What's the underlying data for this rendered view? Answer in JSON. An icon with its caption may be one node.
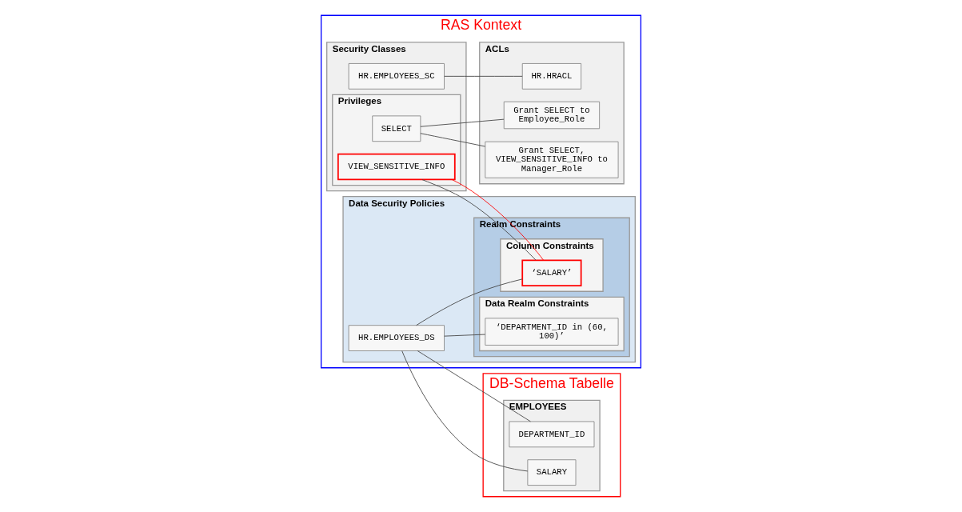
{
  "diagram": {
    "nodes": [
      {
        "text": [
          "RAS Kontext"
        ]
      },
      {
        "text": [
          "Security Classes"
        ],
        "in": 0
      },
      {
        "text": [
          "HR.EMPLOYEES_SC"
        ],
        "in": 1
      },
      {
        "text": [
          "Privileges"
        ],
        "in": 1
      },
      {
        "text": [
          "SELECT"
        ],
        "in": 3
      },
      {
        "text": [
          "VIEW_SENSITIVE_INFO"
        ],
        "in": 3
      },
      {
        "text": [
          "ACLs"
        ],
        "in": 0
      },
      {
        "text": [
          "HR.HRACL"
        ],
        "in": 6
      },
      {
        "text": [
          "Grant SELECT to Employee_Role"
        ],
        "in": 6
      },
      {
        "text": [
          "Grant SELECT, VIEW_SENSITIVE_INFO to Manager_Role"
        ],
        "in": 6
      },
      {
        "text": [
          "Data Security Policies"
        ],
        "in": 0
      },
      {
        "text": [
          "HR.EMPLOYEES_DS"
        ],
        "in": 10
      },
      {
        "text": [
          "Realm Constraints"
        ],
        "in": 10
      },
      {
        "text": [
          "Data Realm Constraints"
        ],
        "in": 12
      },
      {
        "text": [
          "‘DEPARTMENT_ID in (60, 100)’"
        ],
        "in": 13
      },
      {
        "text": [
          "Column Constraints"
        ],
        "in": 12
      },
      {
        "text": [
          "‘SALARY’"
        ],
        "in": 15
      },
      {
        "text": [
          "DB-Schema Tabelle"
        ]
      },
      {
        "text": [
          "EMPLOYEES"
        ],
        "in": 17
      },
      {
        "text": [
          "DEPARTMENT_ID"
        ],
        "in": 18
      },
      {
        "text": [
          "SALARY"
        ],
        "in": 18
      }
    ],
    "edges": [
      {
        "from": 2,
        "to": 7,
        "arrow": "none"
      },
      {
        "from": 4,
        "to": 8,
        "arrow": "none"
      },
      {
        "from": 4,
        "to": 9,
        "arrow": "none"
      },
      {
        "from": 5,
        "to": 16,
        "arrow": "none"
      },
      {
        "from": 5,
        "to": 16,
        "arrow": "none",
        "color": "#ff0000"
      },
      {
        "from": 11,
        "to": 14,
        "arrow": "none"
      },
      {
        "from": 11,
        "to": 16,
        "arrow": "none"
      },
      {
        "from": 11,
        "to": 19,
        "arrow": "none"
      },
      {
        "from": 11,
        "to": 20,
        "arrow": "none"
      }
    ]
  }
}
